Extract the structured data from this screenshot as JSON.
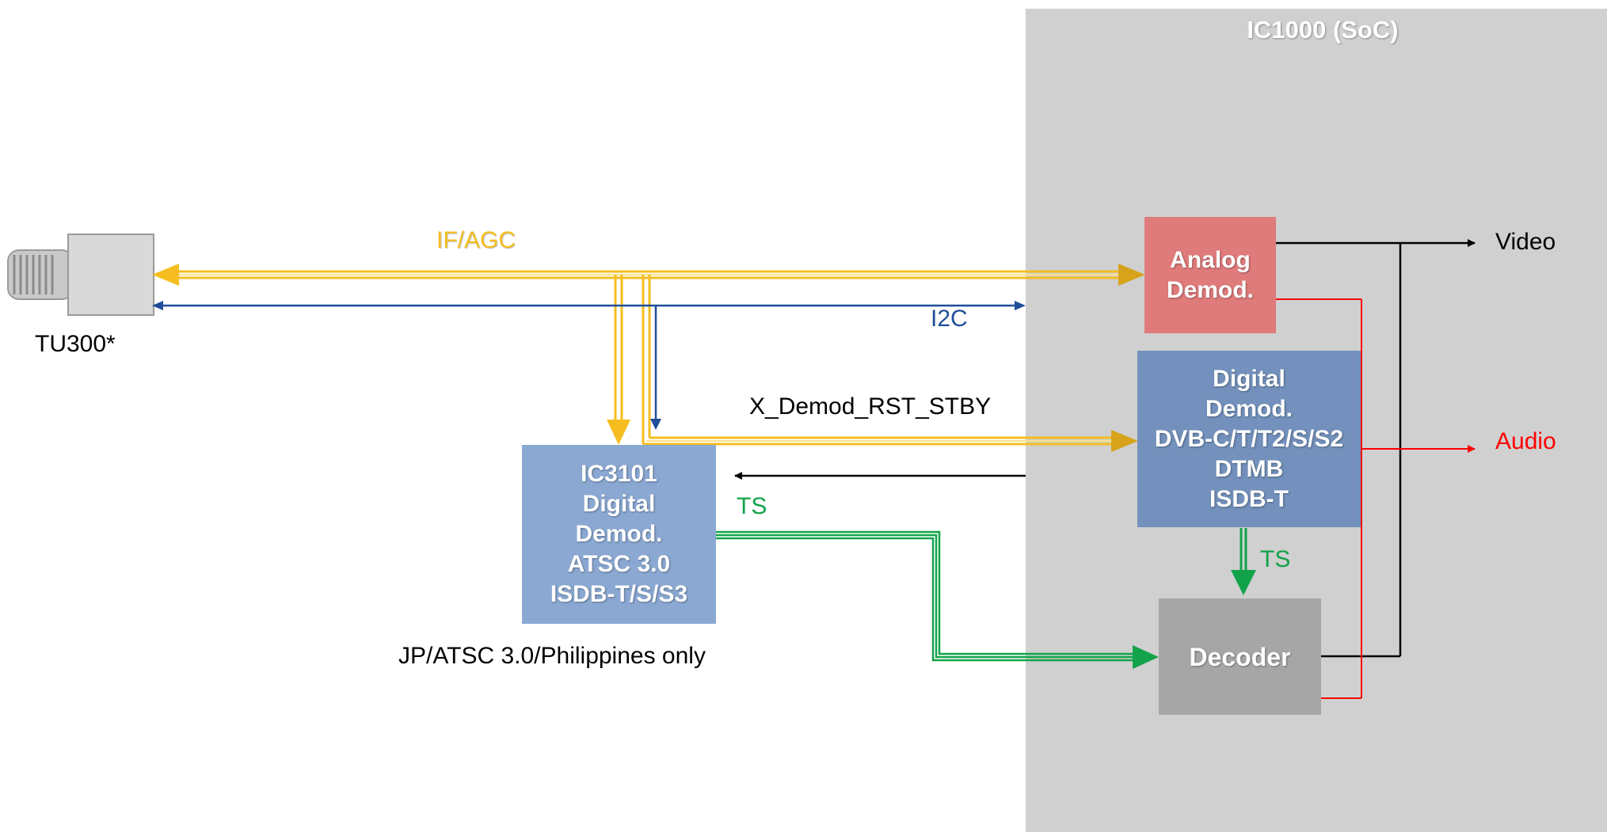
{
  "soc": {
    "title": "IC1000 (SoC)",
    "color": "#d0d0d0"
  },
  "tuner": {
    "label": "TU300*",
    "icon": "tuner-connector-icon"
  },
  "blocks": {
    "analog_demod": {
      "lines": [
        "Analog",
        "Demod."
      ],
      "color": "#e07b7b"
    },
    "digital_demod": {
      "lines": [
        "Digital",
        "Demod.",
        "DVB-C/T/T2/S/S2",
        "DTMB",
        "ISDB-T"
      ],
      "color": "#7391bc"
    },
    "ic3101": {
      "lines": [
        "IC3101",
        "Digital",
        "Demod.",
        "ATSC 3.0",
        "ISDB-T/S/S3"
      ],
      "color": "#8aa8d2"
    },
    "decoder": {
      "lines": [
        "Decoder"
      ],
      "color": "#a6a6a6"
    }
  },
  "signals": {
    "if_agc": {
      "label": "IF/AGC",
      "color": "#f5bd1f"
    },
    "i2c": {
      "label": "I2C",
      "color": "#1f4e99"
    },
    "reset": {
      "label": "X_Demod_RST_STBY",
      "color": "#000000"
    },
    "ts_ic3101": {
      "label": "TS",
      "color": "#12a34a"
    },
    "ts_soc": {
      "label": "TS",
      "color": "#12a34a"
    }
  },
  "outputs": {
    "video": {
      "label": "Video",
      "color": "#000000"
    },
    "audio": {
      "label": "Audio",
      "color": "#ff0000"
    }
  },
  "notes": {
    "ic3101_region": "JP/ATSC 3.0/Philippines only"
  }
}
